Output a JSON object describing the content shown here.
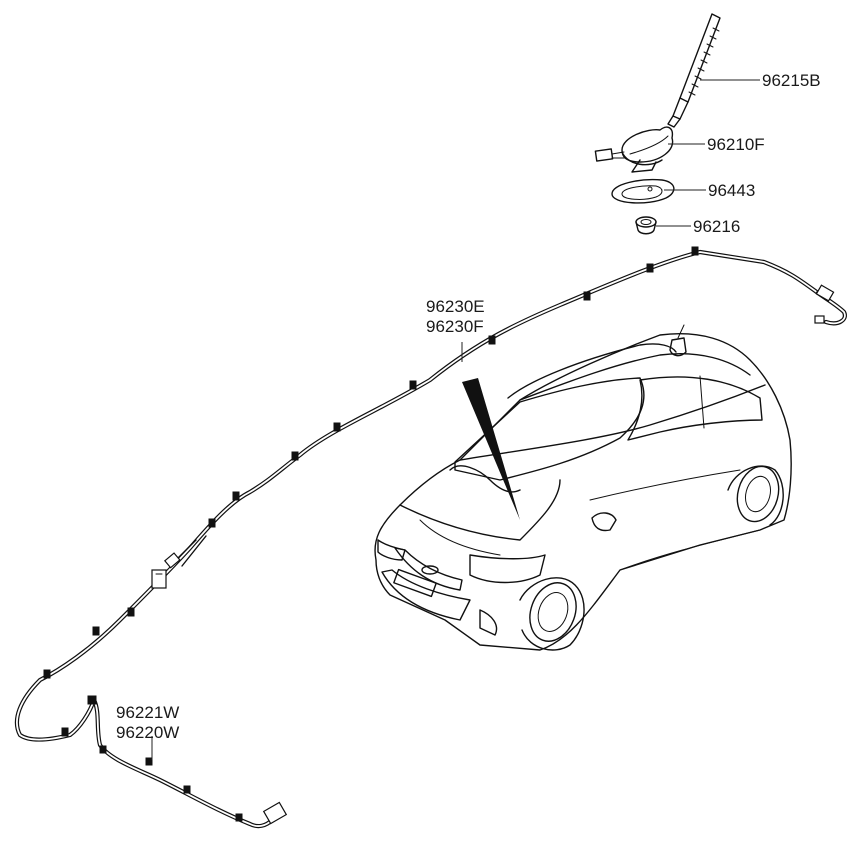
{
  "parts": [
    {
      "id": "antenna_mast",
      "label": "96215B",
      "icon": "antenna-mast-icon"
    },
    {
      "id": "antenna_base",
      "label": "96210F",
      "icon": "antenna-base-icon"
    },
    {
      "id": "antenna_pad",
      "label": "96443",
      "icon": "antenna-pad-icon"
    },
    {
      "id": "antenna_nut",
      "label": "96216",
      "icon": "antenna-nut-icon"
    },
    {
      "id": "roof_feeder_cable",
      "labels": [
        "96230E",
        "96230F"
      ],
      "icon": "feeder-cable-icon"
    },
    {
      "id": "extension_cable",
      "labels": [
        "96221W",
        "96220W"
      ],
      "icon": "extension-cable-icon"
    }
  ],
  "vehicle": {
    "icon": "hatchback-car-icon"
  }
}
